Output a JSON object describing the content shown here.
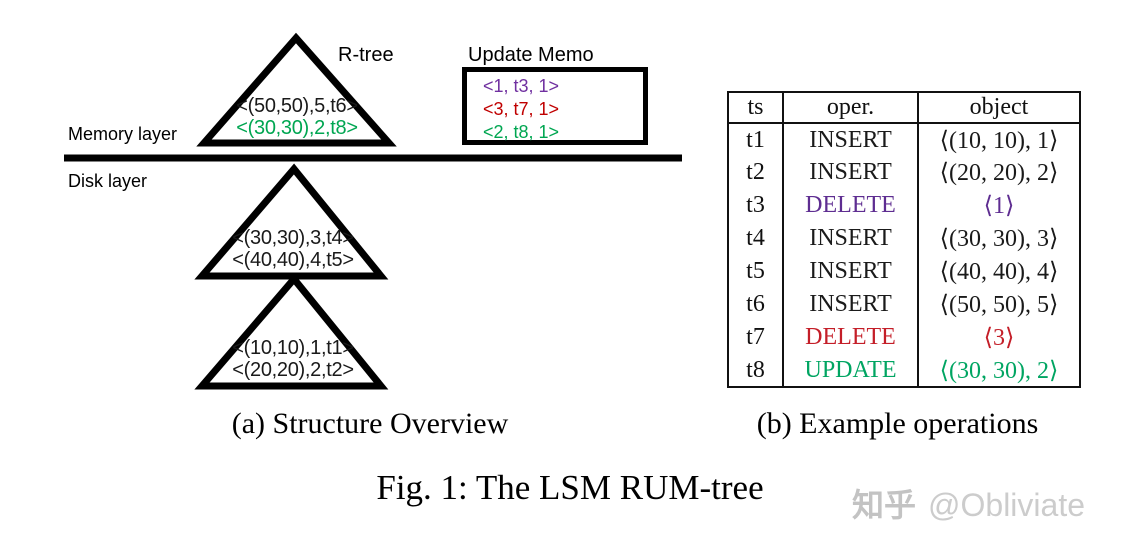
{
  "figure": {
    "rtree_label": "R-tree",
    "memory_layer_label": "Memory layer",
    "disk_layer_label": "Disk layer",
    "memory_tree": {
      "entries": [
        {
          "text": "<(50,50),5,t6>",
          "color": "#1a1a1a"
        },
        {
          "text": "<(30,30),2,t8>",
          "color": "#00A651"
        }
      ]
    },
    "disk_tree_1": {
      "entries": [
        {
          "text": "<(30,30),3,t4>",
          "color": "#1a1a1a"
        },
        {
          "text": "<(40,40),4,t5>",
          "color": "#1a1a1a"
        }
      ]
    },
    "disk_tree_2": {
      "entries": [
        {
          "text": "<(10,10),1,t1>",
          "color": "#1a1a1a"
        },
        {
          "text": "<(20,20),2,t2>",
          "color": "#1a1a1a"
        }
      ]
    },
    "update_memo": {
      "label": "Update Memo",
      "entries": [
        {
          "text": "<1, t3, 1>",
          "color": "#7030A0"
        },
        {
          "text": "<3, t7, 1>",
          "color": "#C00000"
        },
        {
          "text": "<2, t8, 1>",
          "color": "#00A651"
        }
      ]
    }
  },
  "table": {
    "headers": [
      "ts",
      "oper.",
      "object"
    ],
    "rows": [
      {
        "ts": "t1",
        "oper": "INSERT",
        "object": "⟨(10, 10), 1⟩",
        "color": "#1a1a1a"
      },
      {
        "ts": "t2",
        "oper": "INSERT",
        "object": "⟨(20, 20), 2⟩",
        "color": "#1a1a1a"
      },
      {
        "ts": "t3",
        "oper": "DELETE",
        "object": "⟨1⟩",
        "color": "#5E2D91"
      },
      {
        "ts": "t4",
        "oper": "INSERT",
        "object": "⟨(30, 30), 3⟩",
        "color": "#1a1a1a"
      },
      {
        "ts": "t5",
        "oper": "INSERT",
        "object": "⟨(40, 40), 4⟩",
        "color": "#1a1a1a"
      },
      {
        "ts": "t6",
        "oper": "INSERT",
        "object": "⟨(50, 50), 5⟩",
        "color": "#1a1a1a"
      },
      {
        "ts": "t7",
        "oper": "DELETE",
        "object": "⟨3⟩",
        "color": "#C41E28"
      },
      {
        "ts": "t8",
        "oper": "UPDATE",
        "object": "⟨(30, 30), 2⟩",
        "color": "#00A562"
      }
    ]
  },
  "captions": {
    "a": "(a) Structure Overview",
    "b": "(b) Example operations",
    "fig": "Fig. 1: The LSM RUM-tree"
  },
  "watermark": {
    "site": "知乎",
    "handle": "@Obliviate"
  }
}
